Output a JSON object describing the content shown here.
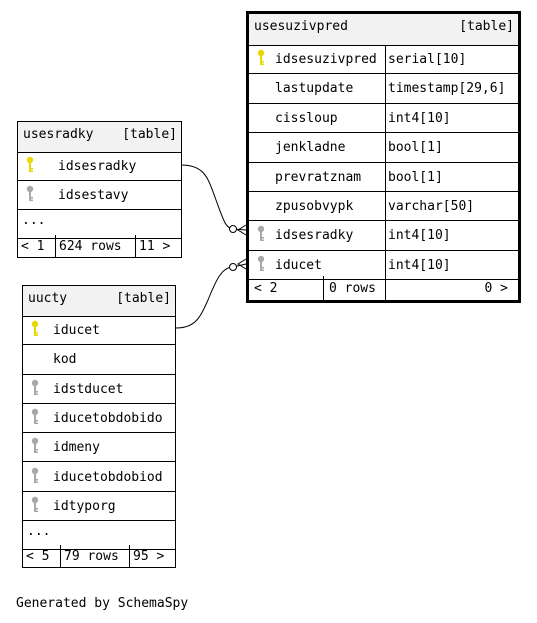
{
  "footer_text": "Generated by SchemaSpy",
  "tables": {
    "usesuzivpred": {
      "name": "usesuzivpred",
      "kind": "[table]",
      "columns": [
        {
          "name": "idsesuzivpred",
          "type": "serial[10]",
          "key": "primary"
        },
        {
          "name": "lastupdate",
          "type": "timestamp[29,6]",
          "key": "none"
        },
        {
          "name": "cissloup",
          "type": "int4[10]",
          "key": "none"
        },
        {
          "name": "jenkladne",
          "type": "bool[1]",
          "key": "none"
        },
        {
          "name": "prevratznam",
          "type": "bool[1]",
          "key": "none"
        },
        {
          "name": "zpusobvypk",
          "type": "varchar[50]",
          "key": "none"
        },
        {
          "name": "idsesradky",
          "type": "int4[10]",
          "key": "foreign"
        },
        {
          "name": "iducet",
          "type": "int4[10]",
          "key": "foreign"
        }
      ],
      "footer": {
        "parents": "< 2",
        "rows": "0 rows",
        "children": "0 >"
      }
    },
    "usesradky": {
      "name": "usesradky",
      "kind": "[table]",
      "columns": [
        {
          "name": "idsesradky",
          "key": "primary"
        },
        {
          "name": "idsestavy",
          "key": "foreign"
        },
        {
          "name": "...",
          "key": "none"
        }
      ],
      "footer": {
        "parents": "< 1",
        "rows": "624 rows",
        "children": "11 >"
      }
    },
    "uucty": {
      "name": "uucty",
      "kind": "[table]",
      "columns": [
        {
          "name": "iducet",
          "key": "primary"
        },
        {
          "name": "kod",
          "key": "none"
        },
        {
          "name": "idstducet",
          "key": "foreign"
        },
        {
          "name": "iducetobdobido",
          "key": "foreign"
        },
        {
          "name": "idmeny",
          "key": "foreign"
        },
        {
          "name": "iducetobdobiod",
          "key": "foreign"
        },
        {
          "name": "idtyporg",
          "key": "foreign"
        },
        {
          "name": "...",
          "key": "none"
        }
      ],
      "footer": {
        "parents": "< 5",
        "rows": "79 rows",
        "children": "95 >"
      }
    }
  },
  "icons": {
    "primary": "key-icon",
    "foreign": "foreign-key-icon"
  },
  "colors": {
    "primary_key": "#e8d800",
    "foreign_key": "#a8a8a8",
    "header_bg": "#f2f2f2"
  }
}
